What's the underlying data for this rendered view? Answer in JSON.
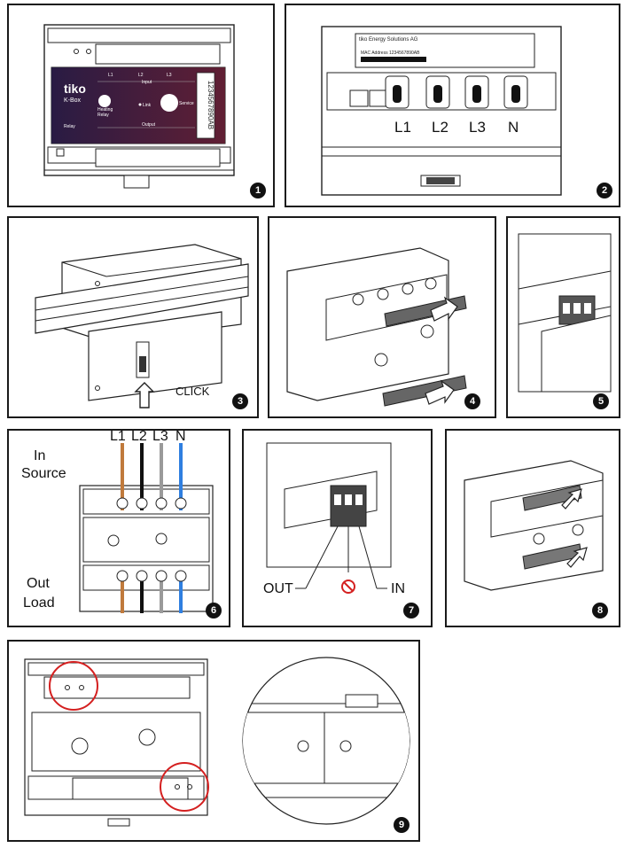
{
  "steps": [
    "1",
    "2",
    "3",
    "4",
    "5",
    "6",
    "7",
    "8",
    "9"
  ],
  "panel1": {
    "brand": "tiko",
    "model": "K-Box",
    "serial": "1234567890AB",
    "text_l1": "L1",
    "text_l2": "L2",
    "text_l3": "L3",
    "text_input": "Input",
    "text_output": "Output",
    "text_link": "Link",
    "text_service": "Service",
    "text_heating": "Heating",
    "text_relay": "Relay",
    "text_relay_rating": "Relay"
  },
  "panel2": {
    "company": "tiko Energy Solutions AG",
    "mac": "MAC Address 1234567890AB",
    "terminals": [
      "L1",
      "L2",
      "L3",
      "N"
    ]
  },
  "panel3": {
    "click": "CLICK"
  },
  "panel6": {
    "in": "In",
    "source": "Source",
    "out": "Out",
    "load": "Load",
    "phases": [
      "L1",
      "L2",
      "L3",
      "N"
    ],
    "wire_colors": [
      "#c07a3c",
      "#111111",
      "#9a9a9a",
      "#2f7fe0"
    ]
  },
  "panel7": {
    "out": "OUT",
    "in": "IN"
  },
  "colors": {
    "highlight_red": "#d42020",
    "panel_brand": "#3a1d3a"
  }
}
